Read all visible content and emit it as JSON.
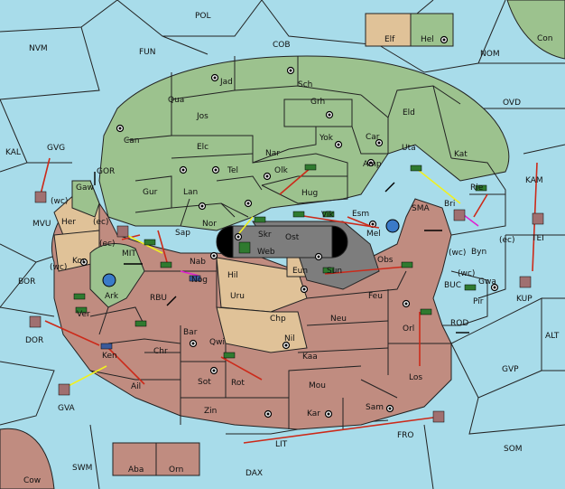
{
  "map": {
    "colors": {
      "sea": "#a8dcea",
      "green": "#9cc28e",
      "red": "#c08c80",
      "tan": "#e0c298",
      "gray": "#7d7d7d"
    },
    "sea_labels": [
      "POL",
      "NVM",
      "FUN",
      "COB",
      "NOM",
      "Con",
      "OVD",
      "KAL",
      "GVG",
      "GOR",
      "KAM",
      "SMA",
      "MVU",
      "BOR",
      "TEI",
      "RBU",
      "BUC",
      "KUP",
      "DOR",
      "ROD",
      "ALT",
      "GVP",
      "GVA",
      "FRO",
      "SOM",
      "LIT",
      "SWM",
      "DAX",
      "Cow"
    ],
    "land_labels": [
      "Elf",
      "Hel",
      "Jad",
      "Sch",
      "Qua",
      "Jos",
      "Grh",
      "Eld",
      "Can",
      "Yok",
      "Car",
      "Elc",
      "Nar",
      "Uta",
      "Kat",
      "Gur",
      "Tel",
      "Olk",
      "Amp",
      "Rie",
      "Lan",
      "Hug",
      "Gaw",
      "Esm",
      "Bri",
      "Nor",
      "Skr",
      "Vik",
      "Sap",
      "Web",
      "Ost",
      "Mel",
      "Her",
      "Byn",
      "Nab",
      "Hil",
      "Eun",
      "Sun",
      "Obs",
      "Kor",
      "MIT",
      "Nog",
      "Gwa",
      "Ark",
      "Uru",
      "Feu",
      "Pir",
      "Chp",
      "Neu",
      "Ver",
      "Bar",
      "Nil",
      "Orl",
      "Qwi",
      "Ken",
      "Chr",
      "Kaa",
      "Rot",
      "Sot",
      "Mou",
      "Los",
      "Ail",
      "Zin",
      "Kar",
      "Sam",
      "Aba",
      "Orn"
    ],
    "annotations": [
      "(wc)",
      "(ec)",
      "(ec)",
      "(wc)",
      "(wc)",
      "(wc)",
      "(ec)"
    ]
  }
}
